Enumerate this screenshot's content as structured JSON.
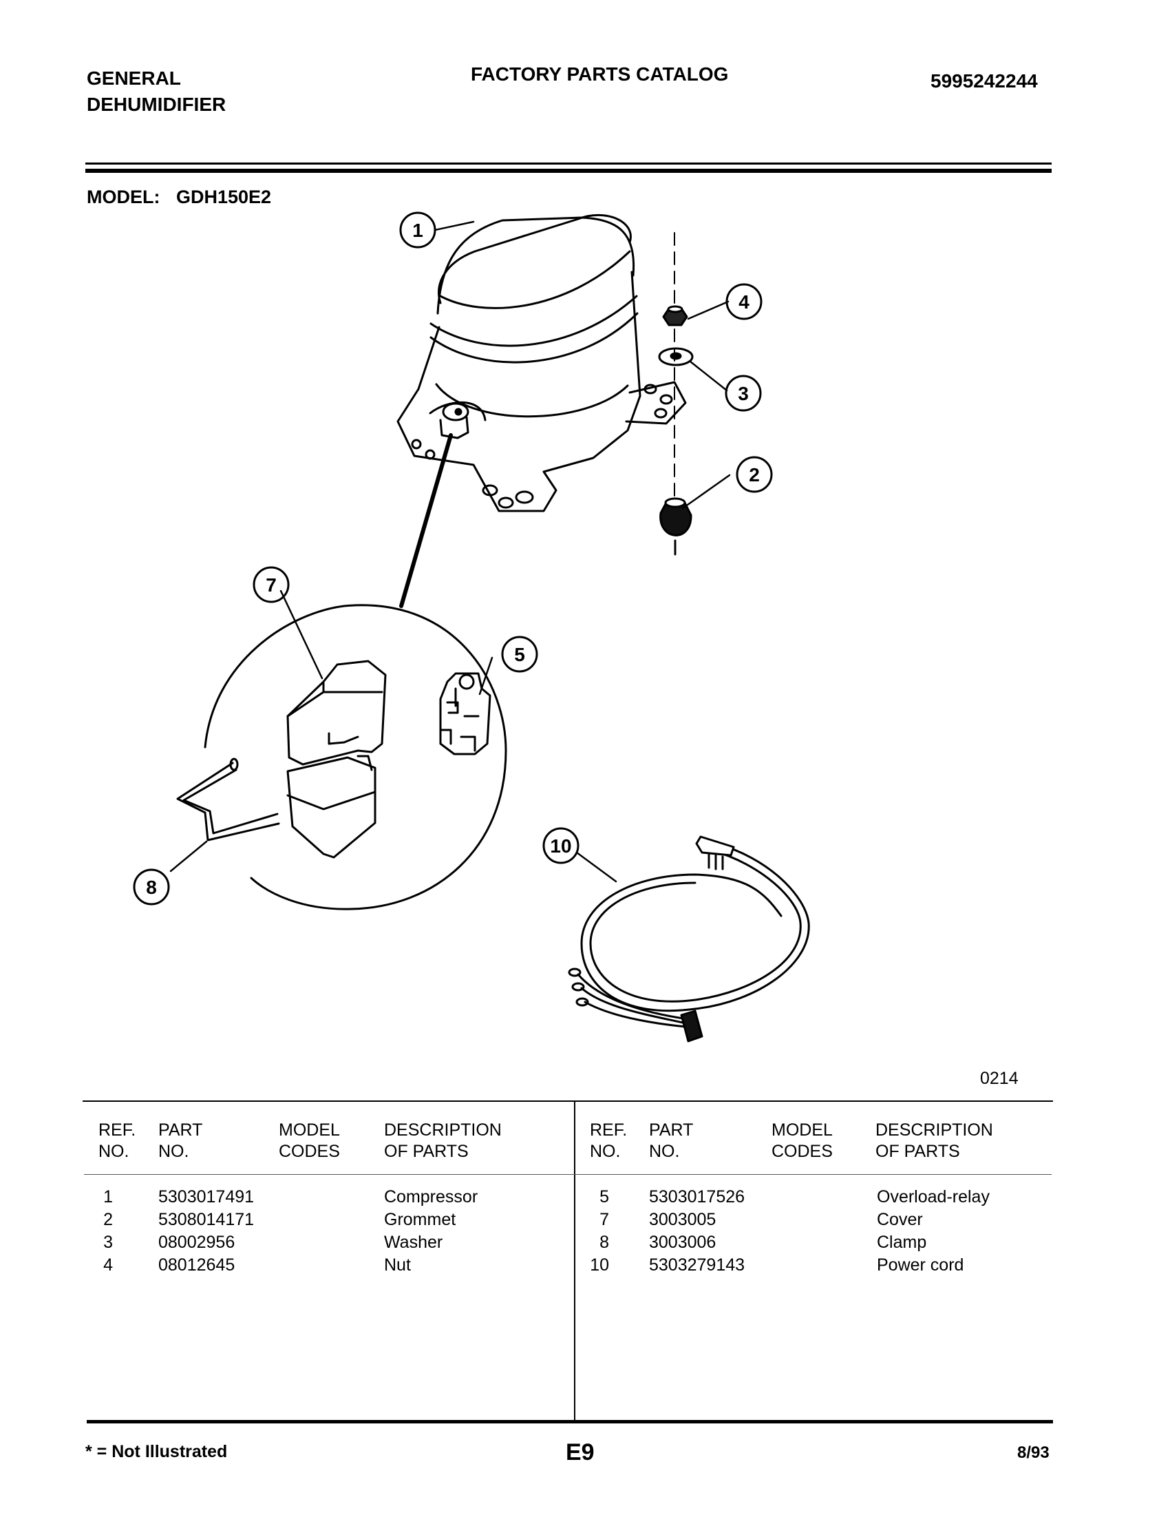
{
  "header": {
    "brand_line1": "GENERAL",
    "brand_line2": "DEHUMIDIFIER",
    "title": "FACTORY PARTS CATALOG",
    "catalog_number": "5995242244",
    "model_label": "MODEL:",
    "model_value": "GDH150E2"
  },
  "diagram": {
    "callouts": [
      "1",
      "2",
      "3",
      "4",
      "5",
      "7",
      "8",
      "10"
    ],
    "figure_code": "0214"
  },
  "table": {
    "columns": {
      "ref_line1": "REF.",
      "ref_line2": "NO.",
      "part_line1": "PART",
      "part_line2": "NO.",
      "model_line1": "MODEL",
      "model_line2": "CODES",
      "desc_line1": "DESCRIPTION",
      "desc_line2": "OF PARTS"
    },
    "left_rows": [
      {
        "ref": "1",
        "part": "5303017491",
        "codes": "",
        "desc": "Compressor"
      },
      {
        "ref": "2",
        "part": "5308014171",
        "codes": "",
        "desc": "Grommet"
      },
      {
        "ref": "3",
        "part": "08002956",
        "codes": "",
        "desc": "Washer"
      },
      {
        "ref": "4",
        "part": "08012645",
        "codes": "",
        "desc": "Nut"
      }
    ],
    "right_rows": [
      {
        "ref": "5",
        "part": "5303017526",
        "codes": "",
        "desc": "Overload-relay"
      },
      {
        "ref": "7",
        "part": "3003005",
        "codes": "",
        "desc": "Cover"
      },
      {
        "ref": "8",
        "part": "3003006",
        "codes": "",
        "desc": "Clamp"
      },
      {
        "ref": "10",
        "part": "5303279143",
        "codes": "",
        "desc": "Power cord"
      }
    ]
  },
  "footer": {
    "note": "* = Not Illustrated",
    "page": "E9",
    "date": "8/93"
  }
}
